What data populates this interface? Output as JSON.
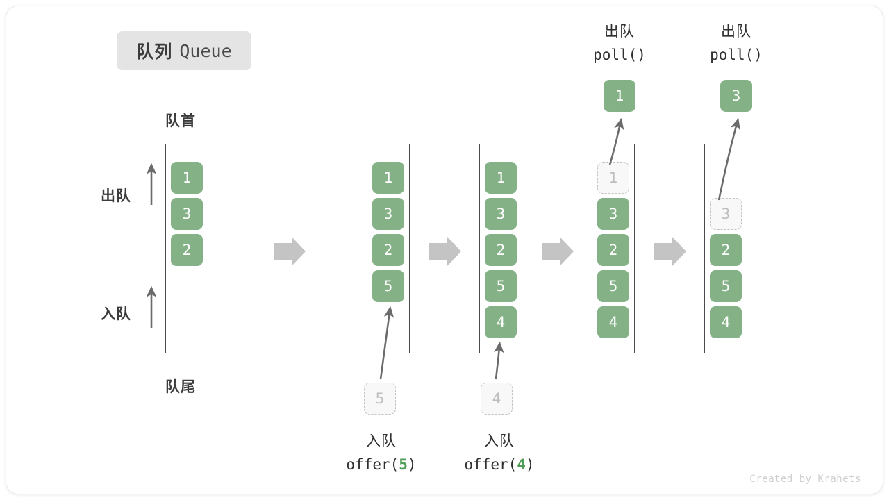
{
  "diagram": {
    "title_cn": "队列",
    "title_en": "Queue",
    "front_label": "队首",
    "rear_label": "队尾",
    "dequeue_label": "出队",
    "enqueue_label": "入队",
    "watermark": "Created by Krahets",
    "colors": {
      "cell_fill": "#85b187",
      "cell_text": "#ffffff",
      "ghost_fill": "#f8f8f8",
      "ghost_border": "#c2c2c2",
      "ghost_text": "#bdbdbd",
      "rail": "#4a4a4a",
      "arrow": "#6b6b6b",
      "flow_arrow": "#c4c4c4",
      "badge_bg": "#e4e4e4",
      "label_text": "#3b3b3b",
      "accent_green": "#4f9d57"
    }
  },
  "columns": [
    {
      "id": "state-1",
      "cells": [
        {
          "value": "1",
          "state": "filled"
        },
        {
          "value": "3",
          "state": "filled"
        },
        {
          "value": "2",
          "state": "filled"
        }
      ]
    },
    {
      "id": "state-2",
      "cells": [
        {
          "value": "1",
          "state": "filled"
        },
        {
          "value": "3",
          "state": "filled"
        },
        {
          "value": "2",
          "state": "filled"
        },
        {
          "value": "5",
          "state": "filled"
        }
      ],
      "incoming": {
        "value": "5"
      },
      "caption": {
        "cn": "入队",
        "fn": "offer(",
        "arg": "5",
        "close": ")"
      }
    },
    {
      "id": "state-3",
      "cells": [
        {
          "value": "1",
          "state": "filled"
        },
        {
          "value": "3",
          "state": "filled"
        },
        {
          "value": "2",
          "state": "filled"
        },
        {
          "value": "5",
          "state": "filled"
        },
        {
          "value": "4",
          "state": "filled"
        }
      ],
      "incoming": {
        "value": "4"
      },
      "caption": {
        "cn": "入队",
        "fn": "offer(",
        "arg": "4",
        "close": ")"
      }
    },
    {
      "id": "state-4",
      "cells": [
        {
          "value": "1",
          "state": "ghost"
        },
        {
          "value": "3",
          "state": "filled"
        },
        {
          "value": "2",
          "state": "filled"
        },
        {
          "value": "5",
          "state": "filled"
        },
        {
          "value": "4",
          "state": "filled"
        }
      ],
      "popped": {
        "value": "1"
      },
      "caption_top": {
        "cn": "出队",
        "fn": "poll()"
      }
    },
    {
      "id": "state-5",
      "cells": [
        {
          "value": "",
          "state": "empty"
        },
        {
          "value": "3",
          "state": "ghost"
        },
        {
          "value": "2",
          "state": "filled"
        },
        {
          "value": "5",
          "state": "filled"
        },
        {
          "value": "4",
          "state": "filled"
        }
      ],
      "popped": {
        "value": "3"
      },
      "caption_top": {
        "cn": "出队",
        "fn": "poll()"
      }
    }
  ]
}
